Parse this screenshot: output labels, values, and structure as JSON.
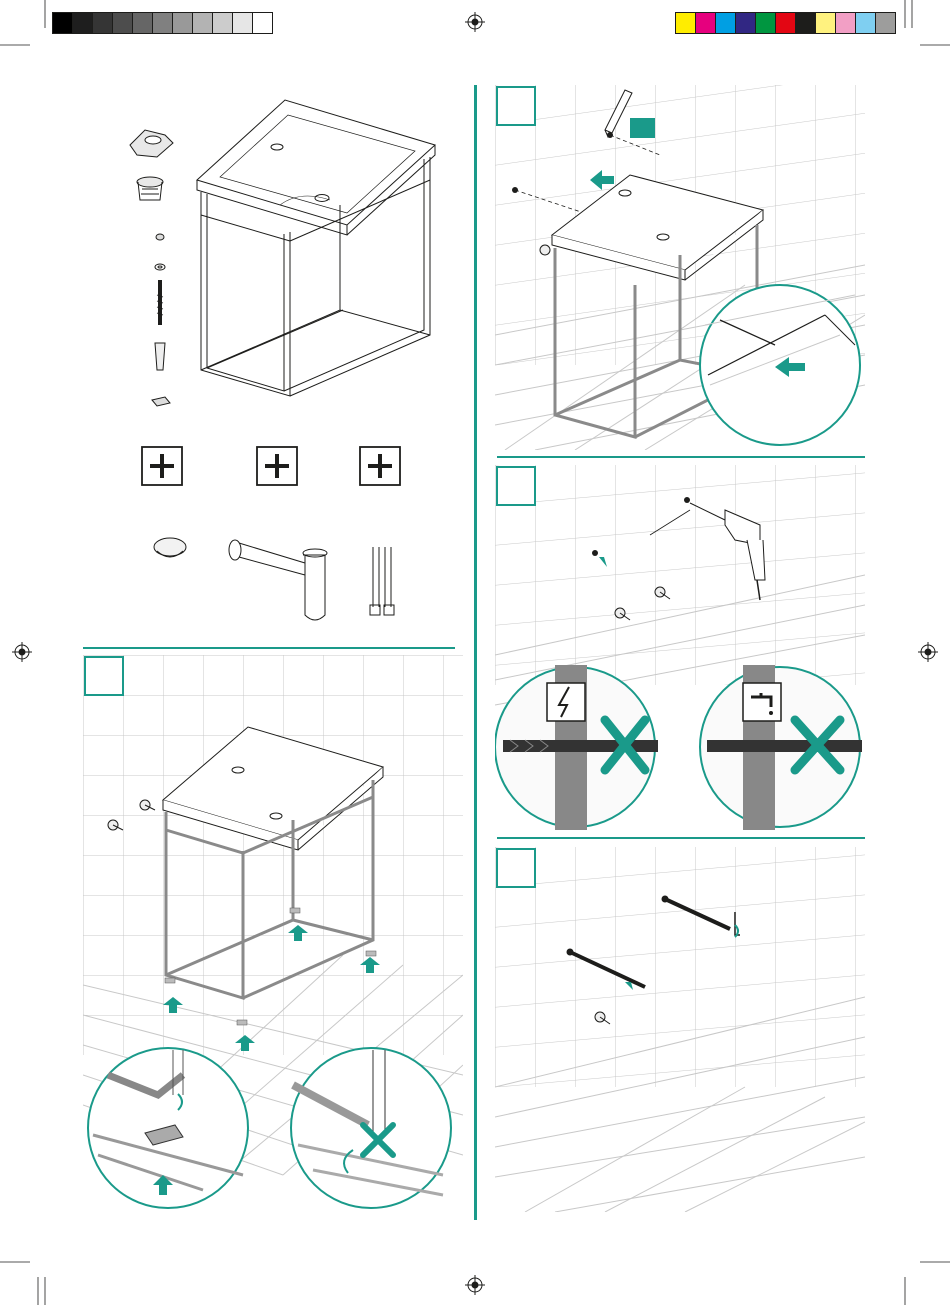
{
  "colors": {
    "accent": "#1a9a8a",
    "ink": "#1d1d1b",
    "grid": "#c8c8c8",
    "metal": "#9a9a9a"
  },
  "color_bar_gray": [
    "#000000",
    "#1e1e1e",
    "#353535",
    "#4d4d4d",
    "#666666",
    "#808080",
    "#999999",
    "#b3b3b3",
    "#cccccc",
    "#e6e6e6",
    "#ffffff"
  ],
  "color_bar_process": [
    "#ffed00",
    "#e6007e",
    "#009fe3",
    "#312783",
    "#009640",
    "#e30613",
    "#1d1d1b",
    "#fff27f",
    "#f29fc5",
    "#7fcff1",
    "#9d9d9c"
  ],
  "parts_panel": {
    "included_parts": [
      "washer-clip",
      "drain-plug",
      "nut",
      "washer",
      "hanger-bolt",
      "wall-plug",
      "adhesive-pad"
    ],
    "optional_marks": [
      "+",
      "+",
      "+"
    ],
    "optional_parts": [
      "drain-cap",
      "bottle-trap",
      "connection-hoses"
    ]
  },
  "steps": [
    {
      "id": "step-1",
      "box_label": "",
      "icons": [
        "arrow-up-icon",
        "arrow-up-icon",
        "arrow-up-icon",
        "arrow-up-icon",
        "rotate-arrow-icon",
        "cross-mark-icon"
      ]
    },
    {
      "id": "step-2",
      "box_label": "",
      "icons": [
        "pencil-icon",
        "arrow-icon",
        "marker-square-icon",
        "marker-square-icon"
      ]
    },
    {
      "id": "step-3",
      "box_label": "",
      "icons": [
        "drill-icon",
        "electricity-warning-icon",
        "water-tap-icon",
        "cross-mark-icon",
        "cross-mark-icon"
      ]
    },
    {
      "id": "step-4",
      "box_label": "",
      "icons": [
        "hanger-bolt-icon",
        "wrench-icon",
        "rotate-arrow-icon"
      ]
    }
  ]
}
